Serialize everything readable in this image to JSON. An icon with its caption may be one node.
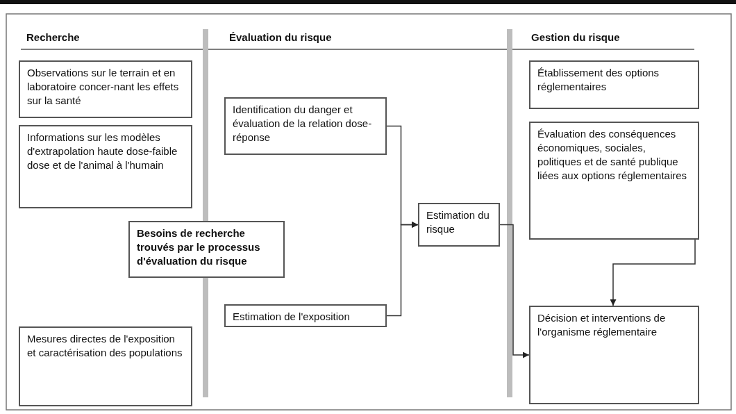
{
  "diagram": {
    "nodes": [
      {
        "text": [
          "Observations sur le terrain et en laboratoire concer-nant les effets sur la santé"
        ]
      },
      {
        "text": [
          "Informations sur les modèles d'extrapolation haute dose-faible dose et de l'animal à l'humain"
        ]
      },
      {
        "text": [
          "Besoins de recherche trouvés par le processus d'évaluation du risque"
        ]
      },
      {
        "text": [
          "Mesures directes de l'exposition et caractérisation des populations"
        ]
      },
      {
        "text": [
          "Identification du danger et évaluation de la relation dose-réponse"
        ]
      },
      {
        "text": [
          "Estimation de l'exposition"
        ]
      },
      {
        "text": [
          "Estimation du risque"
        ]
      },
      {
        "text": [
          "Établissement des options réglementaires"
        ]
      },
      {
        "text": [
          "Évaluation des conséquences économiques, sociales, politiques et de santé publique liées aux options réglementaires"
        ]
      },
      {
        "text": [
          "Décision et interventions de l'organisme réglementaire"
        ]
      }
    ],
    "edges": [
      {
        "from": 4,
        "to": 6,
        "arrow": "to"
      },
      {
        "from": 5,
        "to": 6,
        "arrow": "to"
      },
      {
        "from": 6,
        "to": 9,
        "arrow": "to"
      },
      {
        "from": 8,
        "to": 9,
        "arrow": "to"
      }
    ],
    "labels": [
      "Recherche",
      "Évaluation du risque",
      "Gestion du risque"
    ]
  }
}
